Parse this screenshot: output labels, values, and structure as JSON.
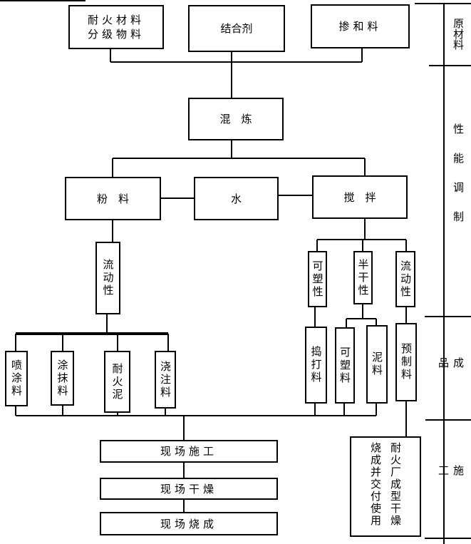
{
  "raw_materials": {
    "graded_materials": "耐火材料\n分级物料",
    "binder": "结合剂",
    "additive": "掺和料"
  },
  "mixing": "混　炼",
  "powder": "粉　料",
  "water": "水",
  "stirring": "搅　拌",
  "left_property": "流动性",
  "right_properties": [
    "可塑性",
    "半干性",
    "流动性"
  ],
  "left_products": [
    "喷涂料",
    "涂抹料",
    "耐火泥",
    "浇注料"
  ],
  "right_products": [
    "捣打料",
    "可塑料",
    "泥料",
    "预制料"
  ],
  "construction_steps": [
    "现场施工",
    "现场干燥",
    "现场烧成"
  ],
  "factory_box": [
    "耐火厂成型干燥",
    "烧成并交付使用"
  ],
  "stage_labels": {
    "raw": "原材料",
    "performance": "性能调制",
    "product": "成品",
    "construction": "施工"
  }
}
